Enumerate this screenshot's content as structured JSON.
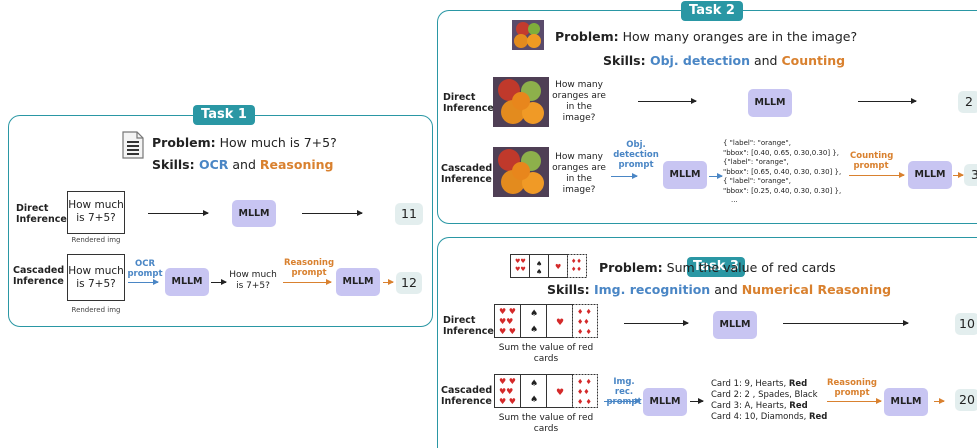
{
  "task1": {
    "badge": "Task 1",
    "problem_label": "Problem:",
    "problem_text": " How much is 7+5?",
    "skills_label": "Skills: ",
    "skill_a": "OCR",
    "skills_and": " and ",
    "skill_b": "Reasoning",
    "direct_label": "Direct Inference",
    "cascaded_label": "Cascaded Inference",
    "rendered_text": "How much is 7+5?",
    "rendered_caption": "Rendered img",
    "step1_label": "OCR prompt",
    "mllm": "MLLM",
    "intermediate": "How much is  7+5?",
    "step2_label": "Reasoning prompt",
    "direct_answer": "11",
    "cascaded_answer": "12"
  },
  "task2": {
    "badge": "Task 2",
    "problem_label": "Problem:",
    "problem_text": " How many oranges are in the image?",
    "skills_label": "Skills: ",
    "skill_a": "Obj. detection",
    "skills_and": " and ",
    "skill_b": "Counting",
    "direct_label": "Direct Inference",
    "cascaded_label": "Cascaded Inference",
    "question": "How many oranges are in the image?",
    "step1_label": "Obj. detection prompt",
    "mllm": "MLLM",
    "boxes": [
      "{ \"label\": \"orange\",",
      "   \"bbox\": [0.40, 0.65, 0.30,0.30] },",
      "{\"label\": \"orange\",",
      "   \"bbox\": [0.65, 0.40, 0.30, 0.30] },",
      "{ \"label\": \"orange\",",
      "   \"bbox\": [0.25, 0.40, 0.30, 0.30] },",
      "..."
    ],
    "step2_label": "Counting prompt",
    "direct_answer": "2",
    "cascaded_answer": "3"
  },
  "task3": {
    "badge": "Task 3",
    "problem_label": "Problem:",
    "problem_text": " Sum the value of red cards",
    "skills_label": "Skills: ",
    "skill_a": "Img. recognition",
    "skills_and": " and ",
    "skill_b": "Numerical Reasoning",
    "direct_label": "Direct Inference",
    "cascaded_label": "Cascaded Inference",
    "question": "Sum the value of red cards",
    "step1_label": "Img. rec. prompt",
    "mllm": "MLLM",
    "cards": [
      {
        "text": "Card 1: 9, Hearts, ",
        "bold": "Red"
      },
      {
        "text": "Card 2: 2 , Spades, Black",
        "bold": ""
      },
      {
        "text": "Card 3: A, Hearts, ",
        "bold": "Red"
      },
      {
        "text": "Card 4: 10, Diamonds, ",
        "bold": "Red"
      }
    ],
    "step2_label": "Reasoning prompt",
    "direct_answer": "10",
    "cascaded_answer": "20"
  },
  "colors": {
    "teal": "#2a97a4",
    "mllm_bg": "#c8c5f2",
    "answer_bg": "#e3eeee",
    "skill_blue": "#4a86c5",
    "skill_orange": "#d9812f",
    "card_red": "#d42a2a"
  },
  "icons": {
    "document": "document-icon",
    "fruit": "fruit-photo",
    "cards": "playing-cards"
  }
}
